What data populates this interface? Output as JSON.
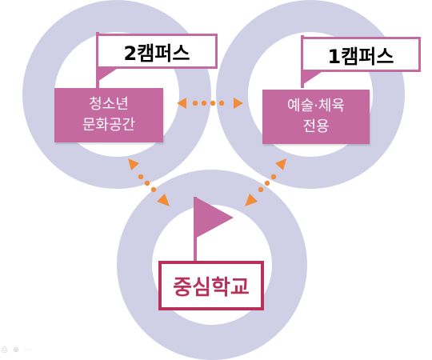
{
  "nodes": {
    "campus2": {
      "flag_label": "2캠퍼스",
      "label_lines": [
        "청소년",
        "문화공간"
      ]
    },
    "campus1": {
      "flag_label": "1캠퍼스",
      "label_lines": [
        "예술·체육",
        "전용"
      ]
    },
    "center": {
      "label": "중심학교"
    }
  },
  "colors": {
    "ring": "#cfd0e6",
    "flag": "#c56aa0",
    "center_border": "#b8315a",
    "connector_dot": "#f28c38"
  },
  "footer_icons": [
    "print-icon",
    "zoom-in-icon",
    "more-icon"
  ]
}
